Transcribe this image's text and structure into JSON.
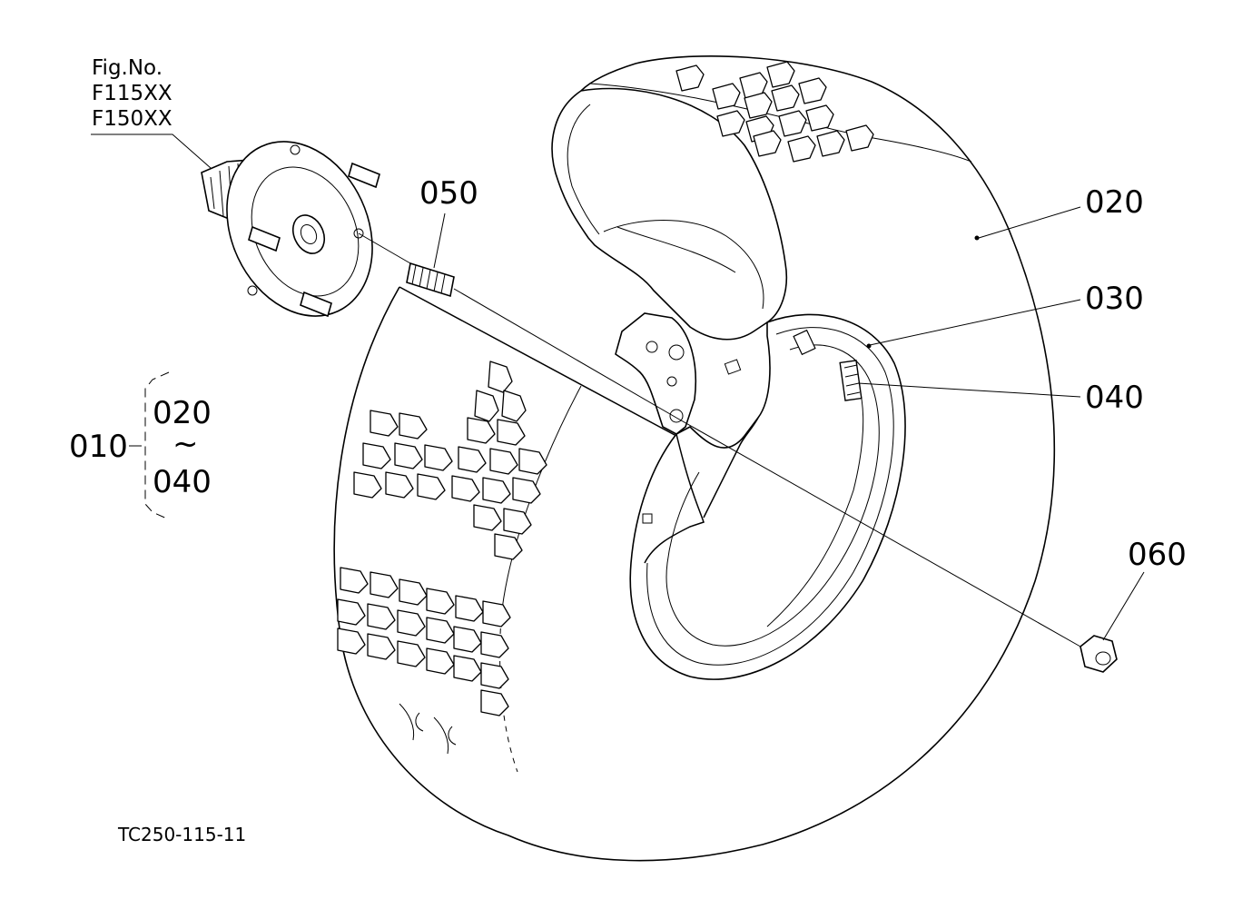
{
  "figure_ref": {
    "line1": "Fig.No.",
    "line2": "F115XX",
    "line3": "F150XX"
  },
  "callouts": {
    "c020": "020",
    "c030": "030",
    "c040": "040",
    "c050": "050",
    "c060": "060"
  },
  "assembly_group": {
    "id": "010",
    "from": "020",
    "tilde": "~",
    "to": "040"
  },
  "drawing_code": "TC250-115-11"
}
